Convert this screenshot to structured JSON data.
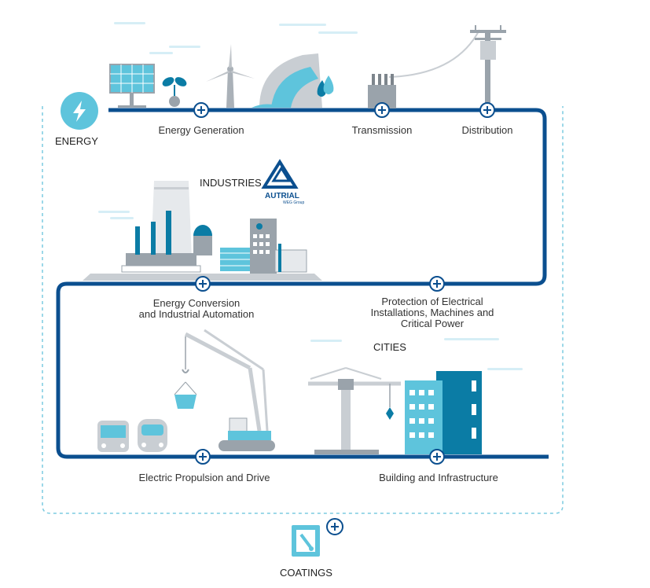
{
  "headings": {
    "energy": "ENERGY",
    "industries": "INDUSTRIES",
    "cities": "CITIES",
    "coatings": "COATINGS"
  },
  "logo": {
    "name": "AUTRIAL",
    "sub": "WEG Group"
  },
  "labels": {
    "energy_generation": "Energy Generation",
    "transmission": "Transmission",
    "distribution": "Distribution",
    "energy_conversion_1": "Energy Conversion",
    "energy_conversion_2": "and Industrial Automation",
    "protection_1": "Protection of Electrical",
    "protection_2": "Installations, Machines and",
    "protection_3": "Critical Power",
    "electric_propulsion": "Electric Propulsion and Drive",
    "building": "Building and Infrastructure"
  },
  "colors": {
    "path": "#0b4f8f",
    "light": "#5ec4dc",
    "dashed": "#7ccbe0",
    "grey": "#bfc4c9"
  },
  "icons": [
    "lightning-icon",
    "plus-icon",
    "paint-bucket-icon"
  ]
}
